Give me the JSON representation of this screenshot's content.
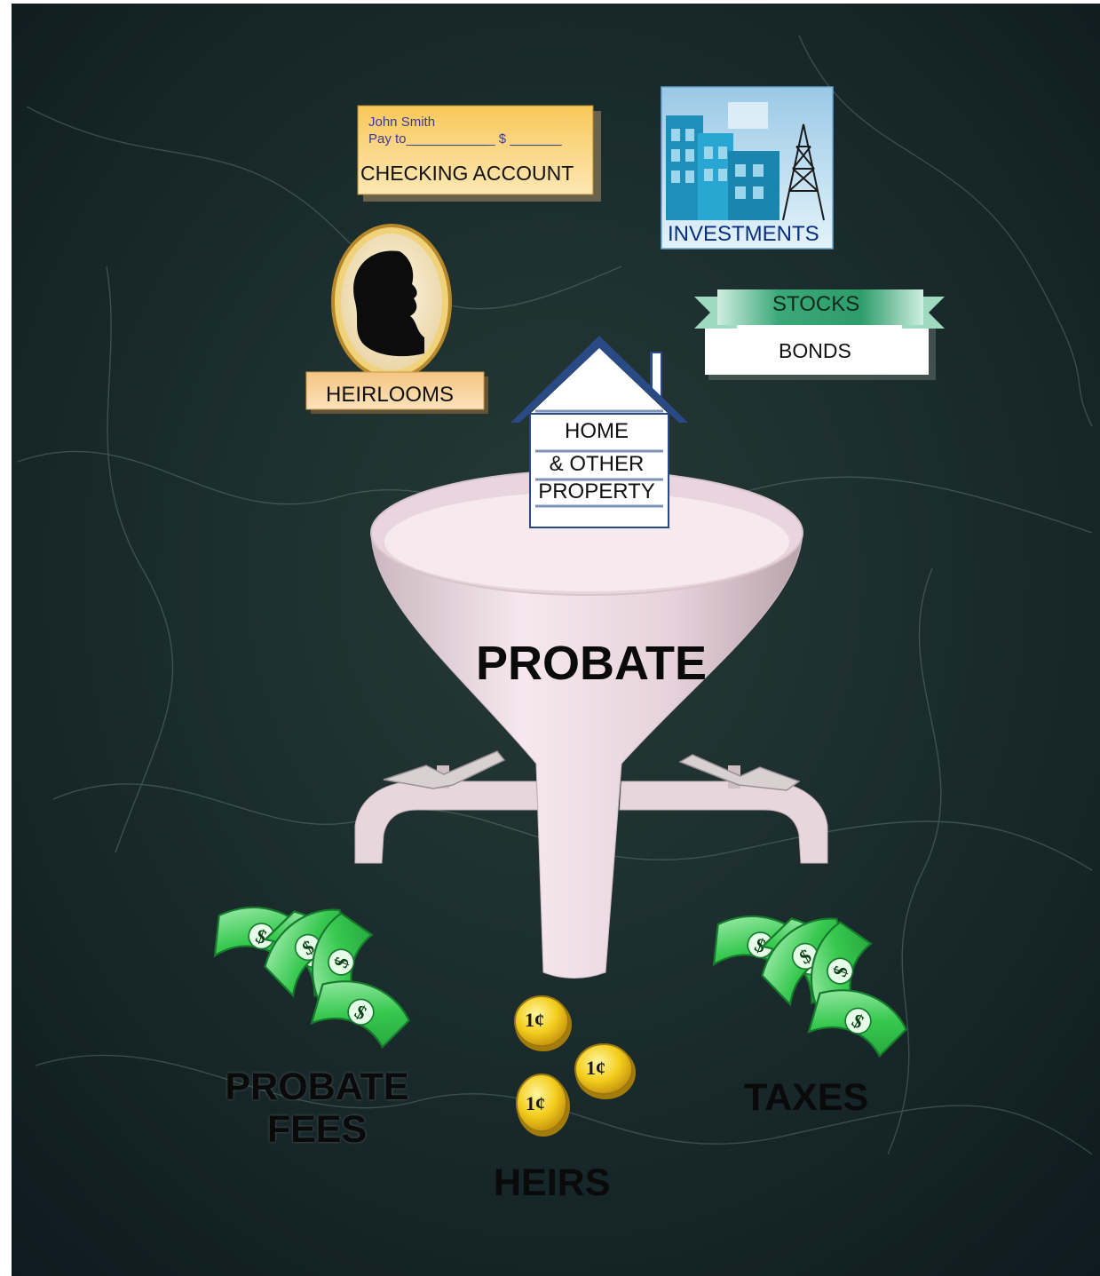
{
  "check": {
    "name": "John Smith",
    "pay_line": "Pay to____________  $ _______",
    "label": "CHECKING ACCOUNT"
  },
  "investments": {
    "label": "INVESTMENTS",
    "icon": "office-building-oil-derrick-icon"
  },
  "stocks_bonds": {
    "stocks": "STOCKS",
    "bonds": "BONDS",
    "ribbon_color": "#2f9d6a"
  },
  "heirlooms": {
    "label": "HEIRLOOMS",
    "icon": "cameo-silhouette-icon"
  },
  "home": {
    "line1": "HOME",
    "line2": "& OTHER",
    "line3": "PROPERTY"
  },
  "funnel": {
    "label": "PROBATE",
    "color": "#efdde3"
  },
  "outputs": {
    "fees_line1": "PROBATE",
    "fees_line2": "FEES",
    "taxes": "TAXES",
    "heirs": "HEIRS",
    "coin_text": "1¢",
    "money_color": "#37c84f"
  }
}
